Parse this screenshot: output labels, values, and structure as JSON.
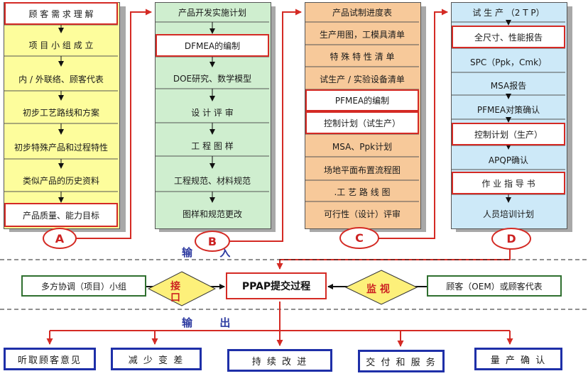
{
  "colors": {
    "panel_a": "#fdfd9c",
    "panel_b": "#cfeecf",
    "panel_c": "#f7c99a",
    "panel_d": "#cde9f8",
    "highlight_border": "#d42a24",
    "output_border": "#1e2fa8",
    "group_border": "#2f6f2f"
  },
  "columns": {
    "a": {
      "letter": "A",
      "items": [
        "顾 客 需 求 理 解",
        "项 目 小 组 成 立",
        "内 / 外联络、顾客代表",
        "初步工艺路线和方案",
        "初步特殊产品和过程特性",
        "类似产品的历史资料",
        "产品质量、能力目标"
      ]
    },
    "b": {
      "letter": "B",
      "items": [
        "产品开发实施计划",
        "DFMEA的编制",
        "DOE研究、数学模型",
        "设  计  评  审",
        "工  程  图  样",
        "工程规范、材料规范",
        "图样和规范更改"
      ]
    },
    "c": {
      "letter": "C",
      "items": [
        "产品试制进度表",
        "生产用图，工模具清单",
        "特 殊 特 性 清 单",
        "试生产 / 实验设备清单",
        "PFMEA的编制",
        "控制计划（试生产）",
        "MSA、Ppk计划",
        "场地平面布置流程图",
        ".工  艺  路  线  图",
        "可行性（设计）评审"
      ]
    },
    "d": {
      "letter": "D",
      "items": [
        "试  生  产  （2 T  P）",
        "全尺寸、性能报告",
        "SPC（Ppk，Cmk）",
        "MSA报告",
        "PFMEA对策确认",
        "控制计划（生产）",
        "APQP确认",
        "作  业  指  导  书",
        "人员培训计划"
      ]
    }
  },
  "input_label": "输      入",
  "output_label": "输      出",
  "center": {
    "ppap_label": "PPAP提交过程",
    "left_diamond": "接口",
    "right_diamond": "监 视",
    "left_group": "多方协调（项目）小组",
    "right_group": "顾客（OEM）或顾客代表"
  },
  "outputs": [
    "听取顾客意见",
    "减 少 变 差",
    "持  续  改  进",
    "交 付 和 服 务",
    "量  产  确  认"
  ]
}
